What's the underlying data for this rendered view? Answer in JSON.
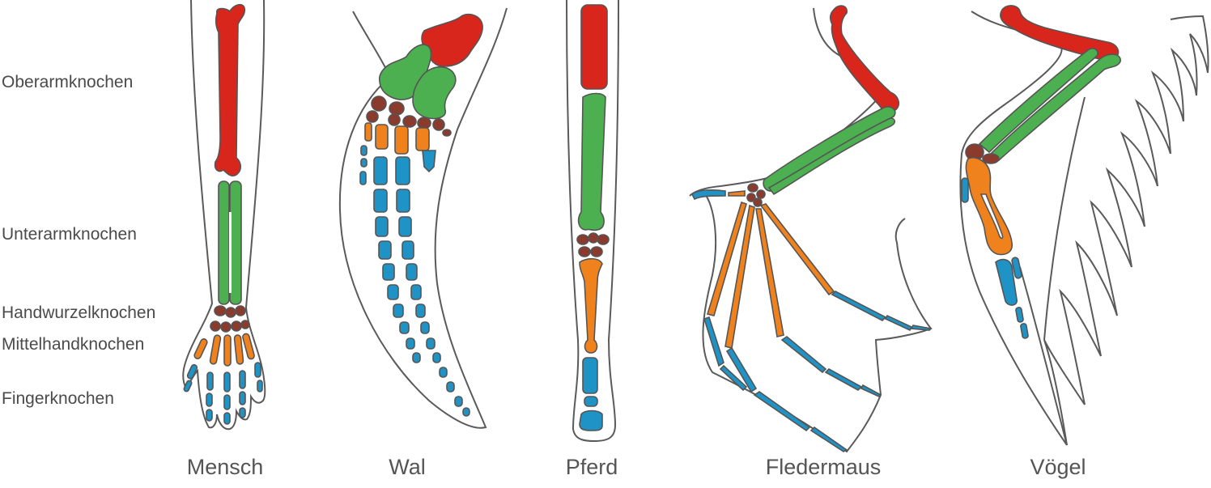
{
  "bone_labels": {
    "humerus": "Oberarmknochen",
    "forearm": "Unterarmknochen",
    "carpals": "Handwurzelknochen",
    "metacarpals": "Mittelhandknochen",
    "phalanges": "Fingerknochen"
  },
  "species": {
    "human": "Mensch",
    "whale": "Wal",
    "horse": "Pferd",
    "bat": "Fledermaus",
    "bird": "Vögel"
  },
  "colors": {
    "humerus": "#d9261c",
    "forearm": "#4caf50",
    "carpals": "#8b3a2e",
    "metacarpals": "#f0821e",
    "phalanges": "#1f93c6",
    "outline": "#5a5a5a"
  }
}
